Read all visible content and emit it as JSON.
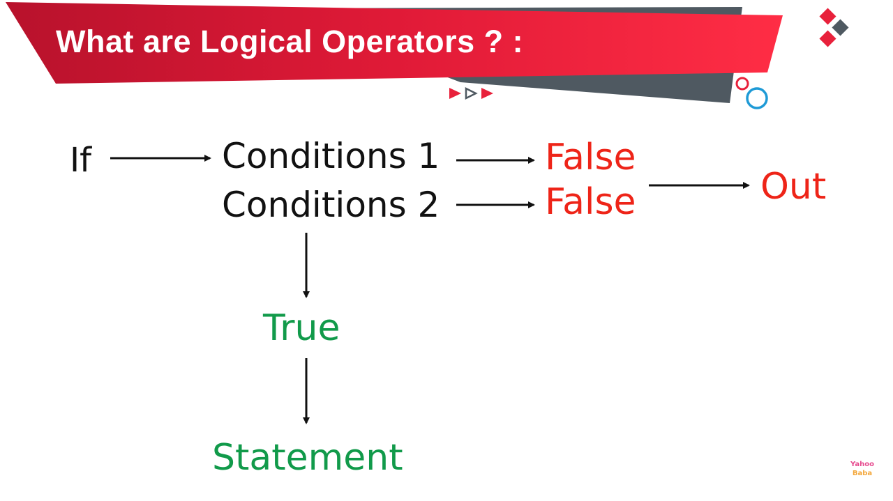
{
  "header": {
    "title": "What are Logical Operators ? :",
    "colors": {
      "banner": "#e8213b",
      "banner_dark": "#c41430",
      "shadow": "#4f5961",
      "accent_blue": "#1e9ad6"
    }
  },
  "diagram": {
    "start": "If",
    "condition_1": "Conditions 1",
    "condition_2": "Conditions 2",
    "result_1": "False",
    "result_2": "False",
    "outcome_false": "Out",
    "outcome_true": "True",
    "final": "Statement",
    "colors": {
      "text": "#111111",
      "false": "#ee2418",
      "true": "#119a4a"
    }
  },
  "watermark": {
    "line1": "Yahoo",
    "line2": "Baba"
  }
}
